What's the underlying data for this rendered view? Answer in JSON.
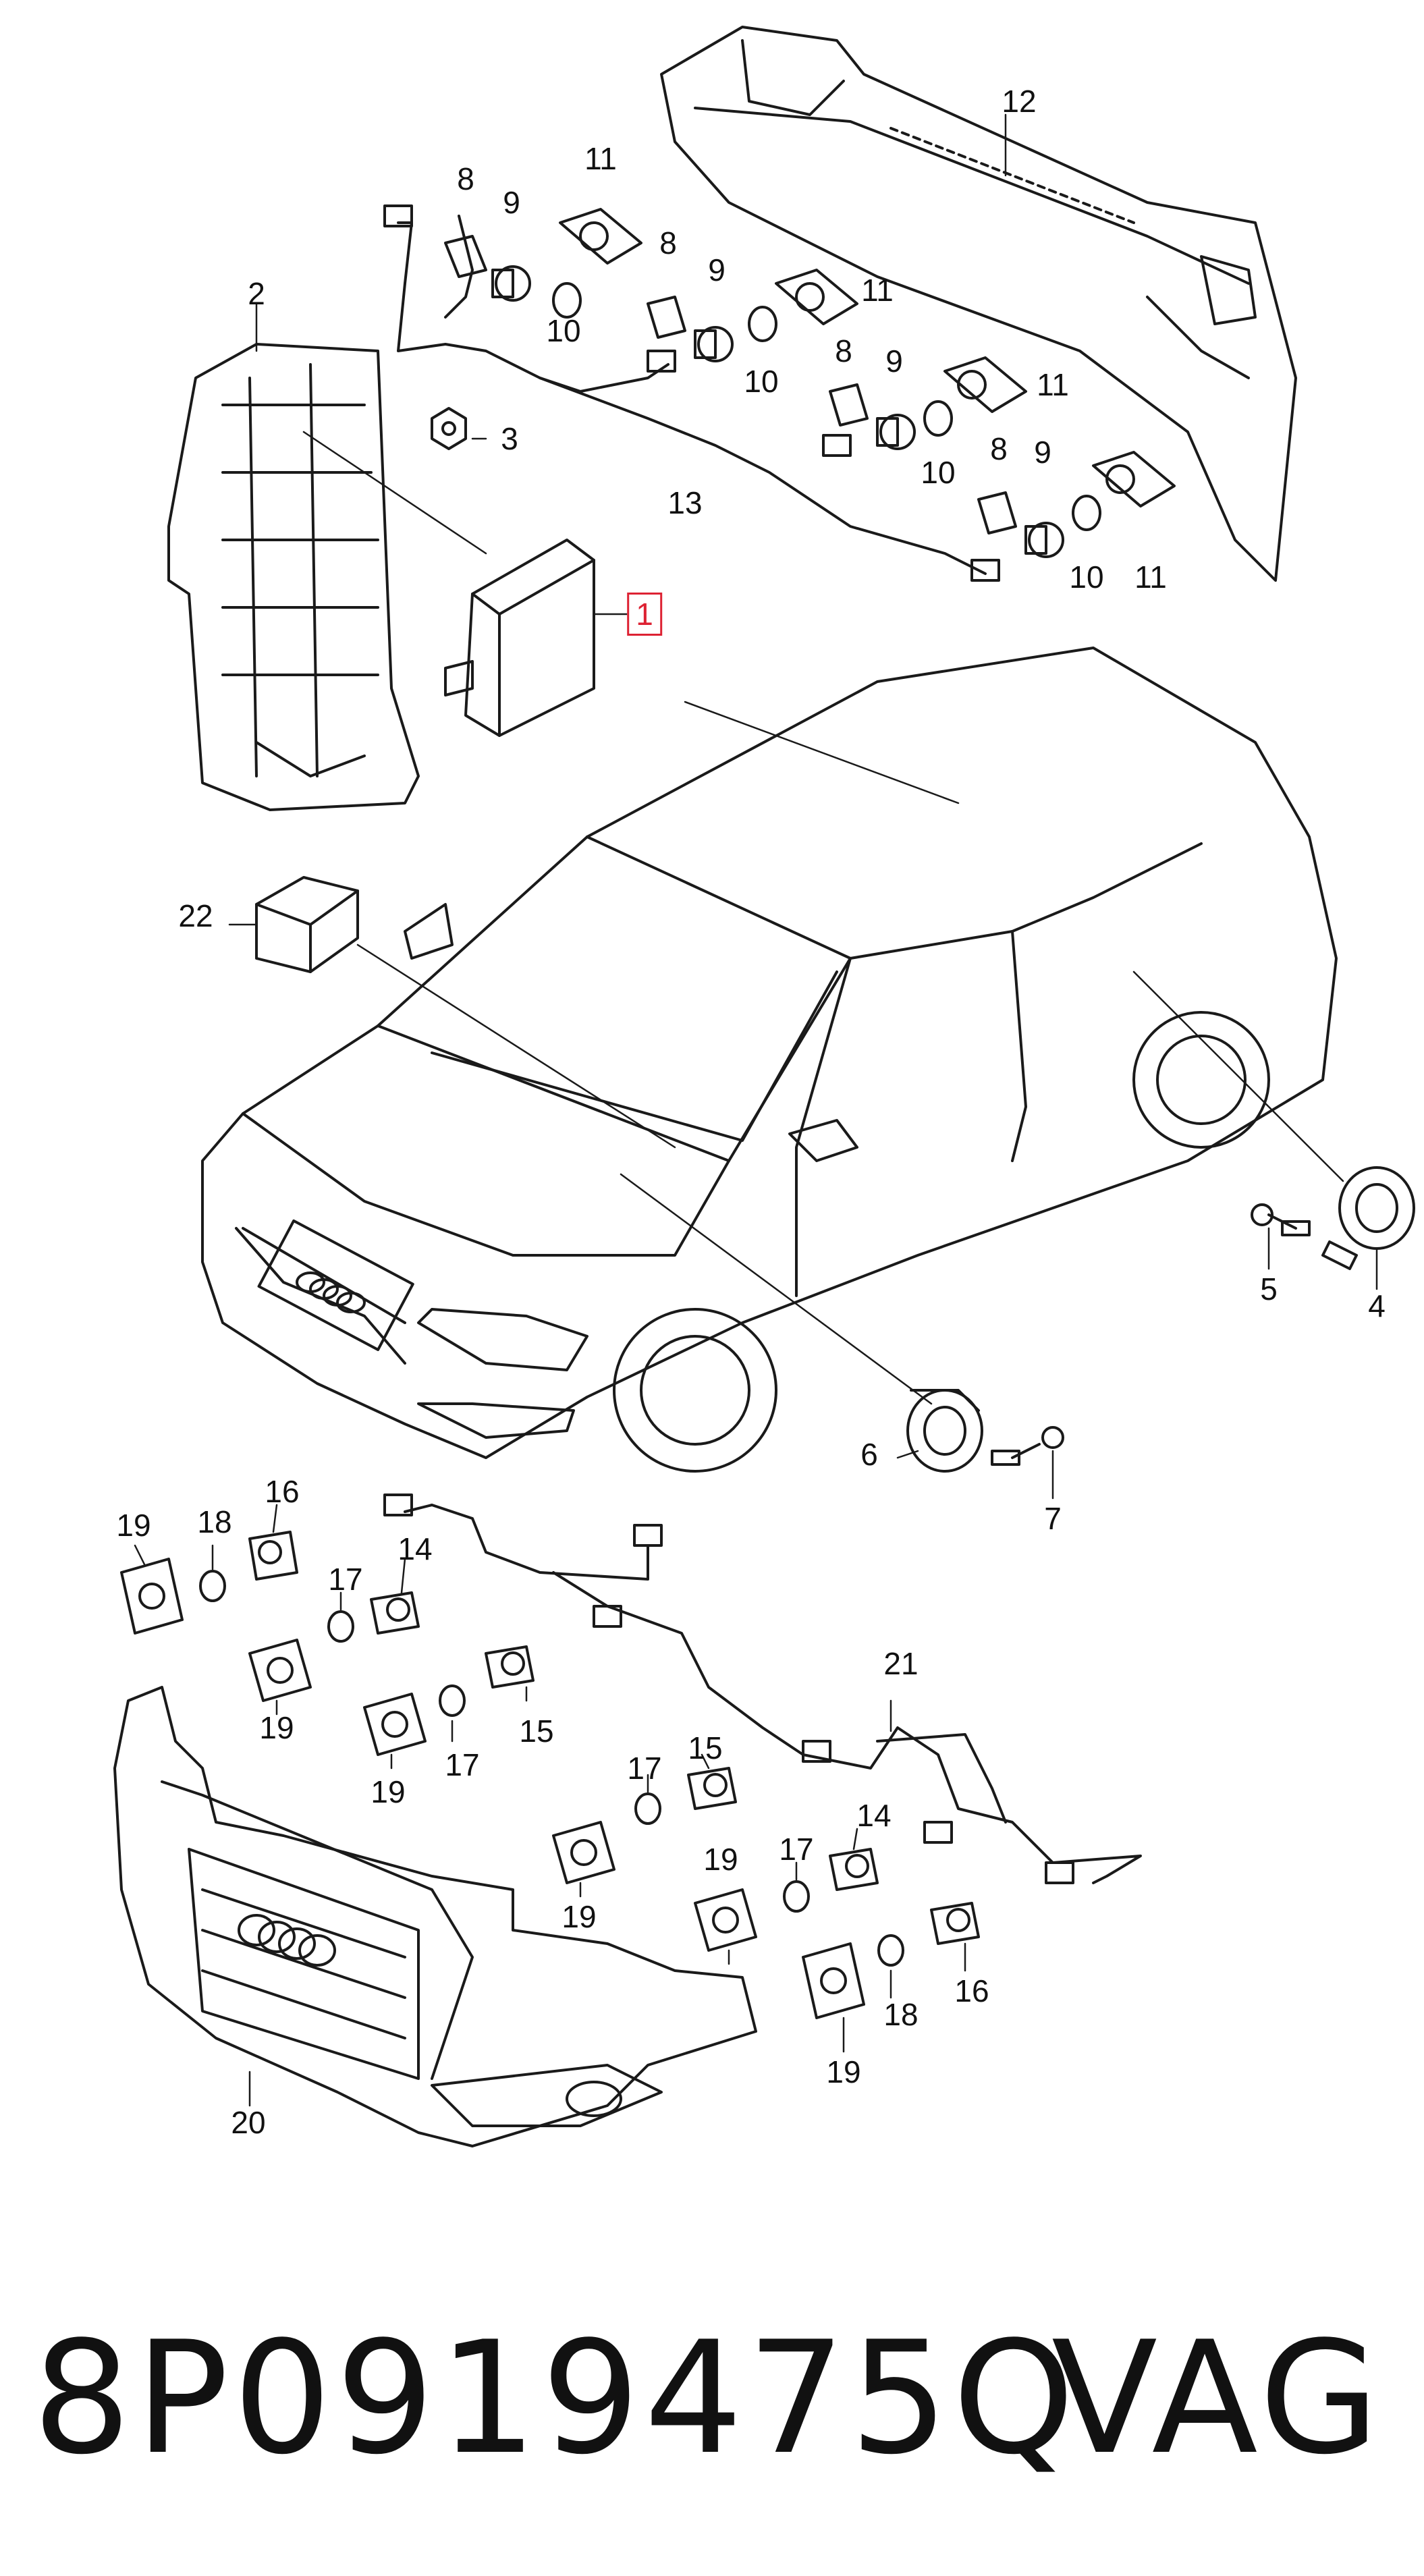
{
  "diagram": {
    "callouts": {
      "c1": "1",
      "c2": "2",
      "c3": "3",
      "c4": "4",
      "c5": "5",
      "c6": "6",
      "c7": "7",
      "c8": "8",
      "c9": "9",
      "c10": "10",
      "c11": "11",
      "c12": "12",
      "c13": "13",
      "c14": "14",
      "c15": "15",
      "c16": "16",
      "c17": "17",
      "c18": "18",
      "c19": "19",
      "c20": "20",
      "c21": "21",
      "c22": "22"
    },
    "highlighted_callout": "1",
    "highlight_color": "#dd2233",
    "line_color": "#1a1a1a"
  },
  "footer": {
    "part_number": "8P0919475Q",
    "brand": "VAG"
  }
}
